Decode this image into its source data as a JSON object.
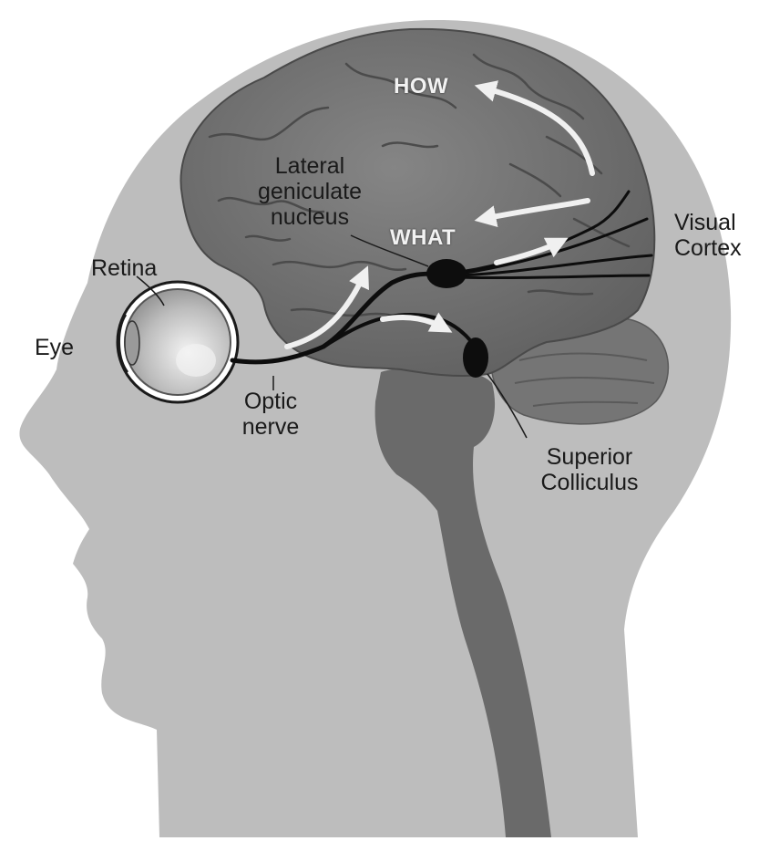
{
  "labels": {
    "how": "HOW",
    "what": "WHAT",
    "lgn_line1": "Lateral",
    "lgn_line2": "geniculate",
    "lgn_line3": "nucleus",
    "visual_line1": "Visual",
    "visual_line2": "Cortex",
    "retina": "Retina",
    "eye": "Eye",
    "optic_line1": "Optic",
    "optic_line2": "nerve",
    "sc_line1": "Superior",
    "sc_line2": "Colliculus"
  },
  "colors": {
    "head": "#bdbdbd",
    "brain": "#6f6f6f",
    "cerebellum": "#757575",
    "brainstem": "#6a6a6a",
    "pathway": "#0d0d0d",
    "arrow": "#f0f0f0"
  }
}
